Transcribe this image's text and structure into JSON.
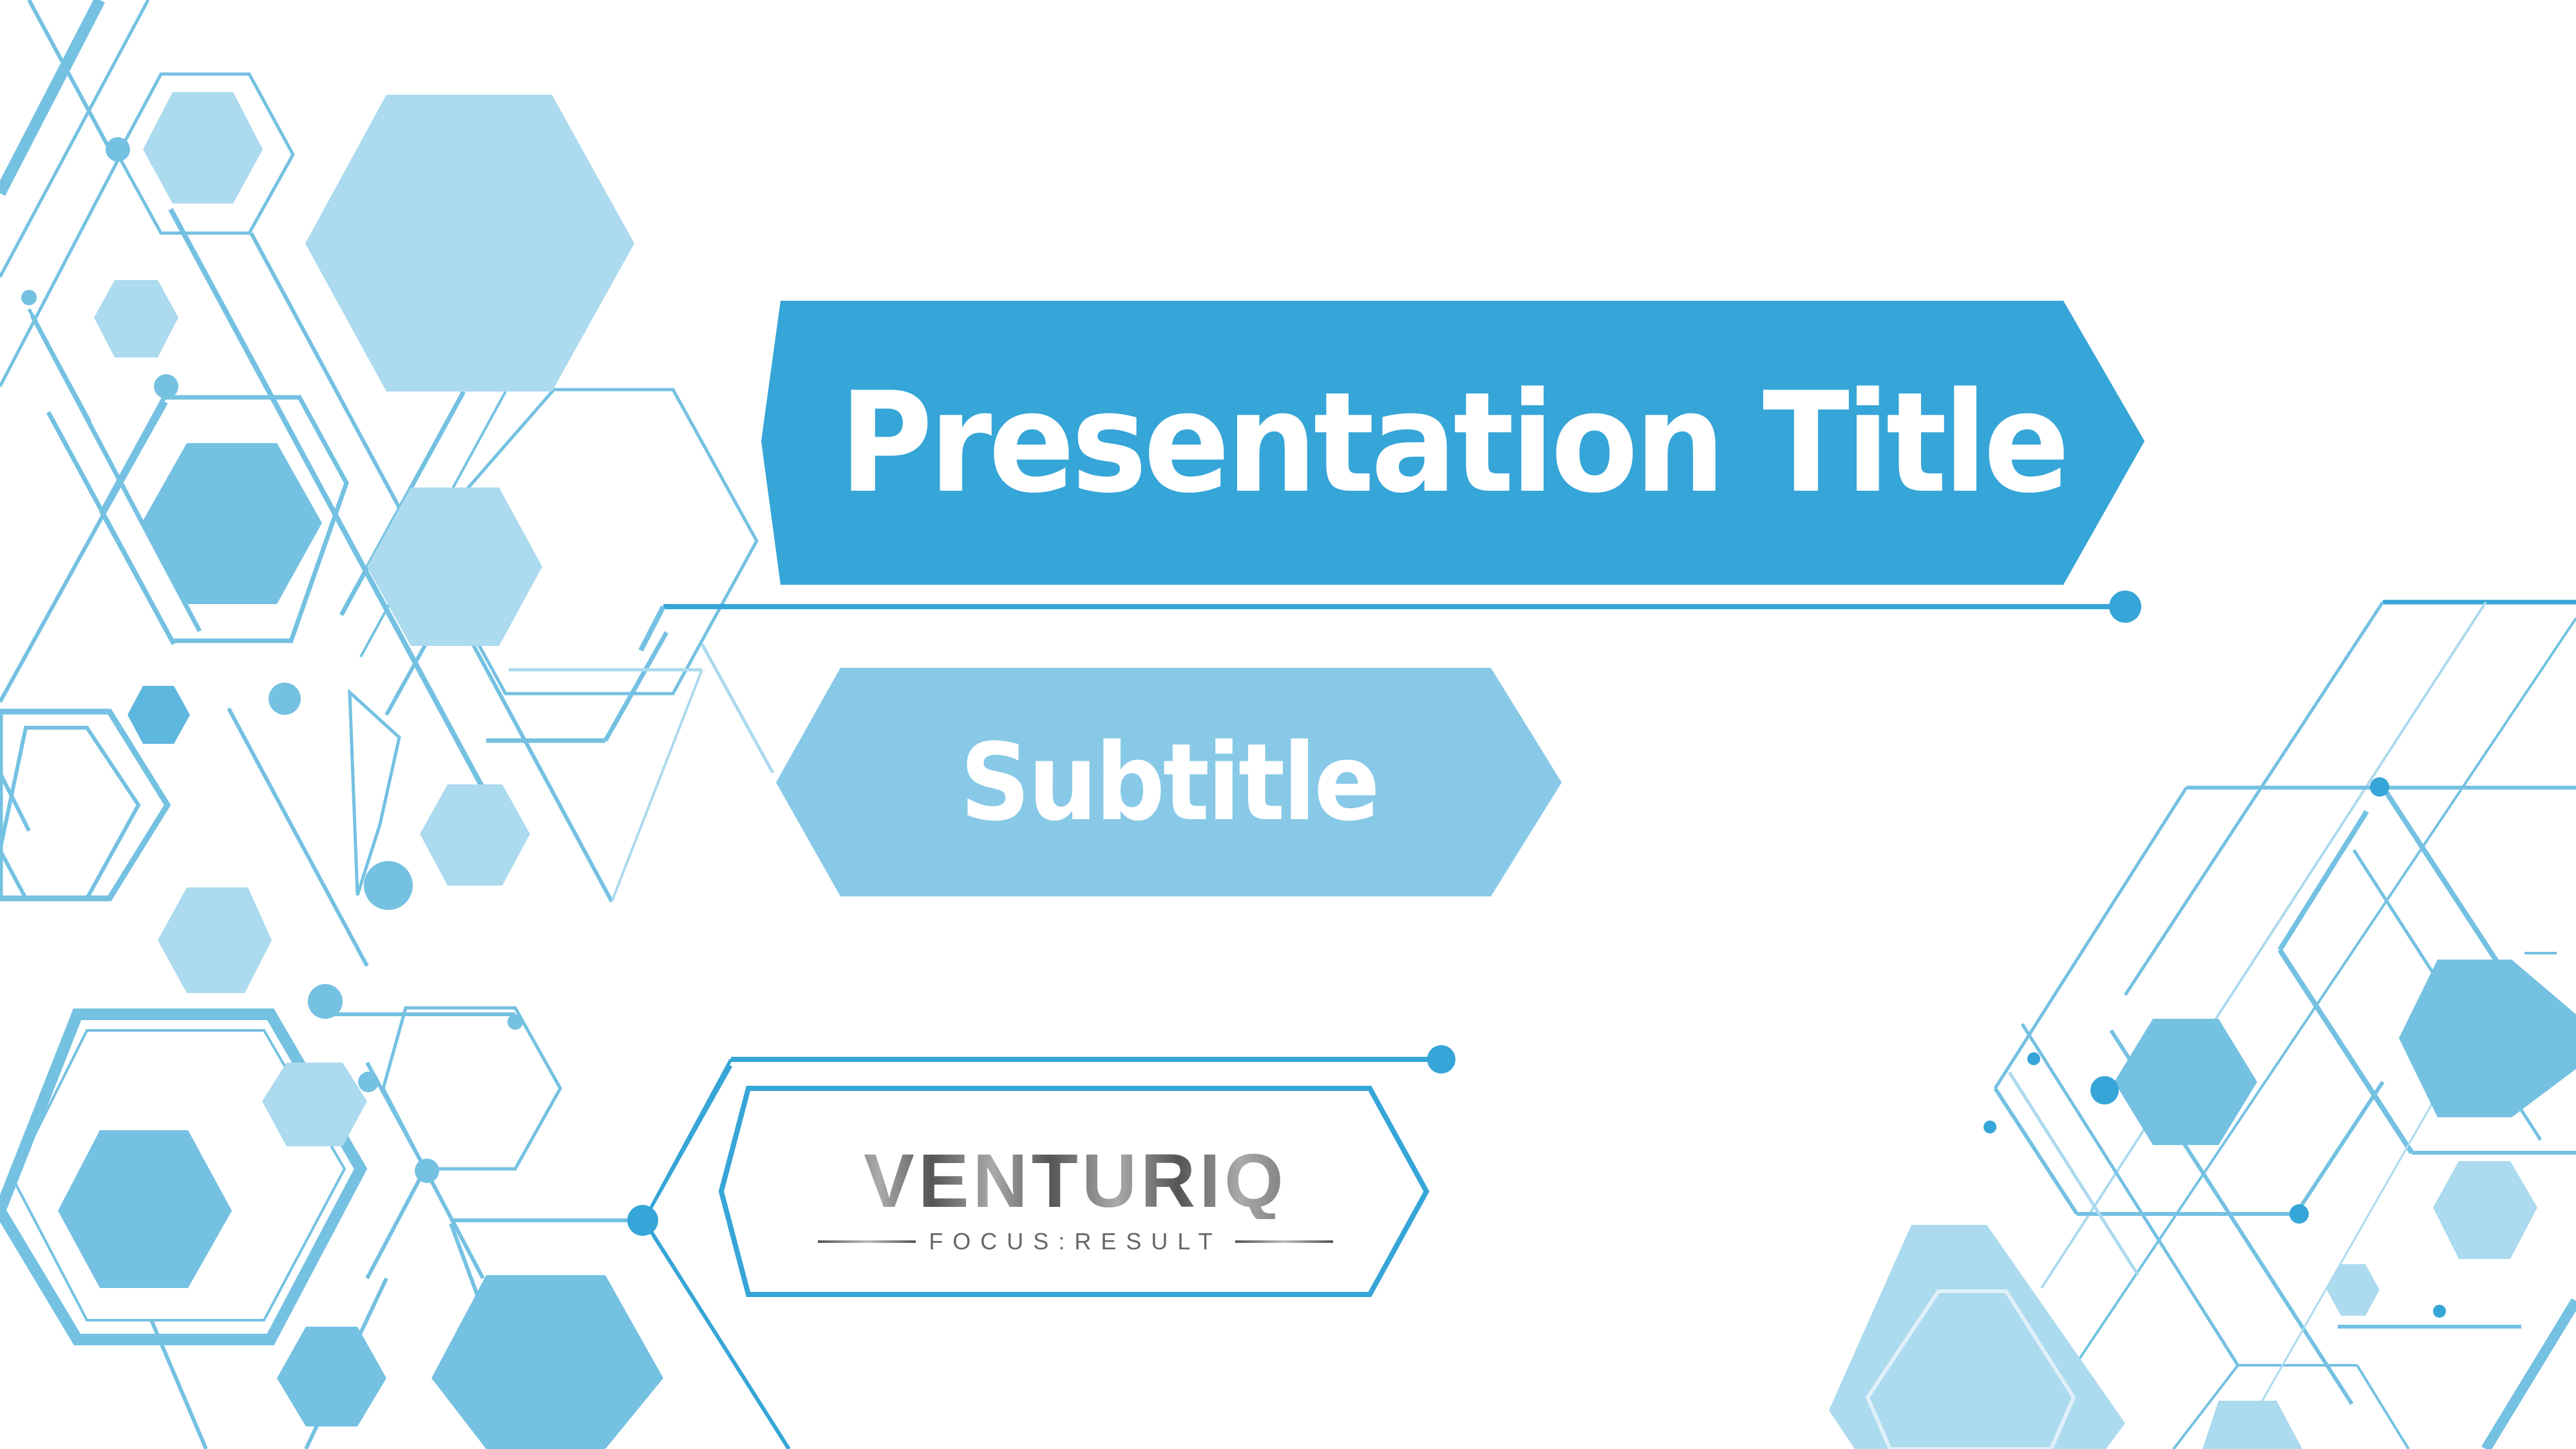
{
  "slide": {
    "title": "Presentation Title",
    "subtitle": "Subtitle",
    "logo": {
      "wordmark": "VENTURIQ",
      "tagline": "FOCUS:RESULT"
    }
  },
  "colors": {
    "title_fill": "#36a5d7",
    "subtitle_fill": "#88c9e7",
    "accent_line": "#36a5d7",
    "hex_mid": "#74c1e2",
    "hex_light": "#acdaee",
    "logo_gray": "#666666",
    "background": "#ffffff"
  }
}
